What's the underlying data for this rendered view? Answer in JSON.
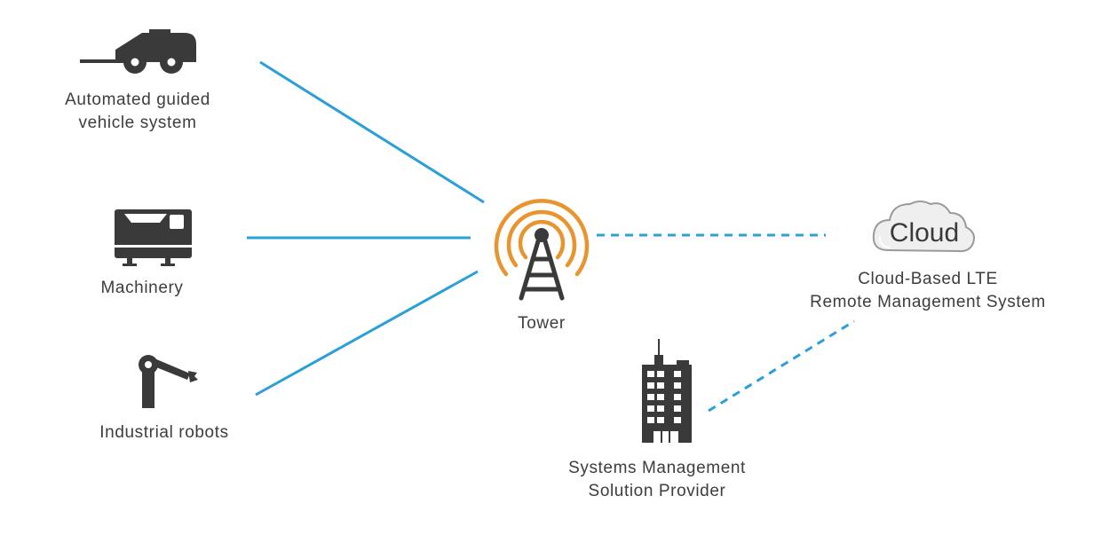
{
  "nodes": {
    "agv": {
      "label_line1": "Automated guided",
      "label_line2": "vehicle system",
      "icon": "agv-vehicle-icon"
    },
    "machinery": {
      "label": "Machinery",
      "icon": "machinery-icon"
    },
    "robots": {
      "label": "Industrial robots",
      "icon": "robot-arm-icon"
    },
    "tower": {
      "label": "Tower",
      "icon": "cell-tower-icon"
    },
    "cloud": {
      "icon_text": "Cloud",
      "label_line1": "Cloud-Based LTE",
      "label_line2": "Remote Management System",
      "icon": "cloud-icon"
    },
    "provider": {
      "label_line1": "Systems Management",
      "label_line2": "Solution Provider",
      "icon": "office-building-icon"
    }
  },
  "colors": {
    "link": "#2a9fd8",
    "signal": "#e8952f",
    "icon": "#3a3a3a"
  }
}
